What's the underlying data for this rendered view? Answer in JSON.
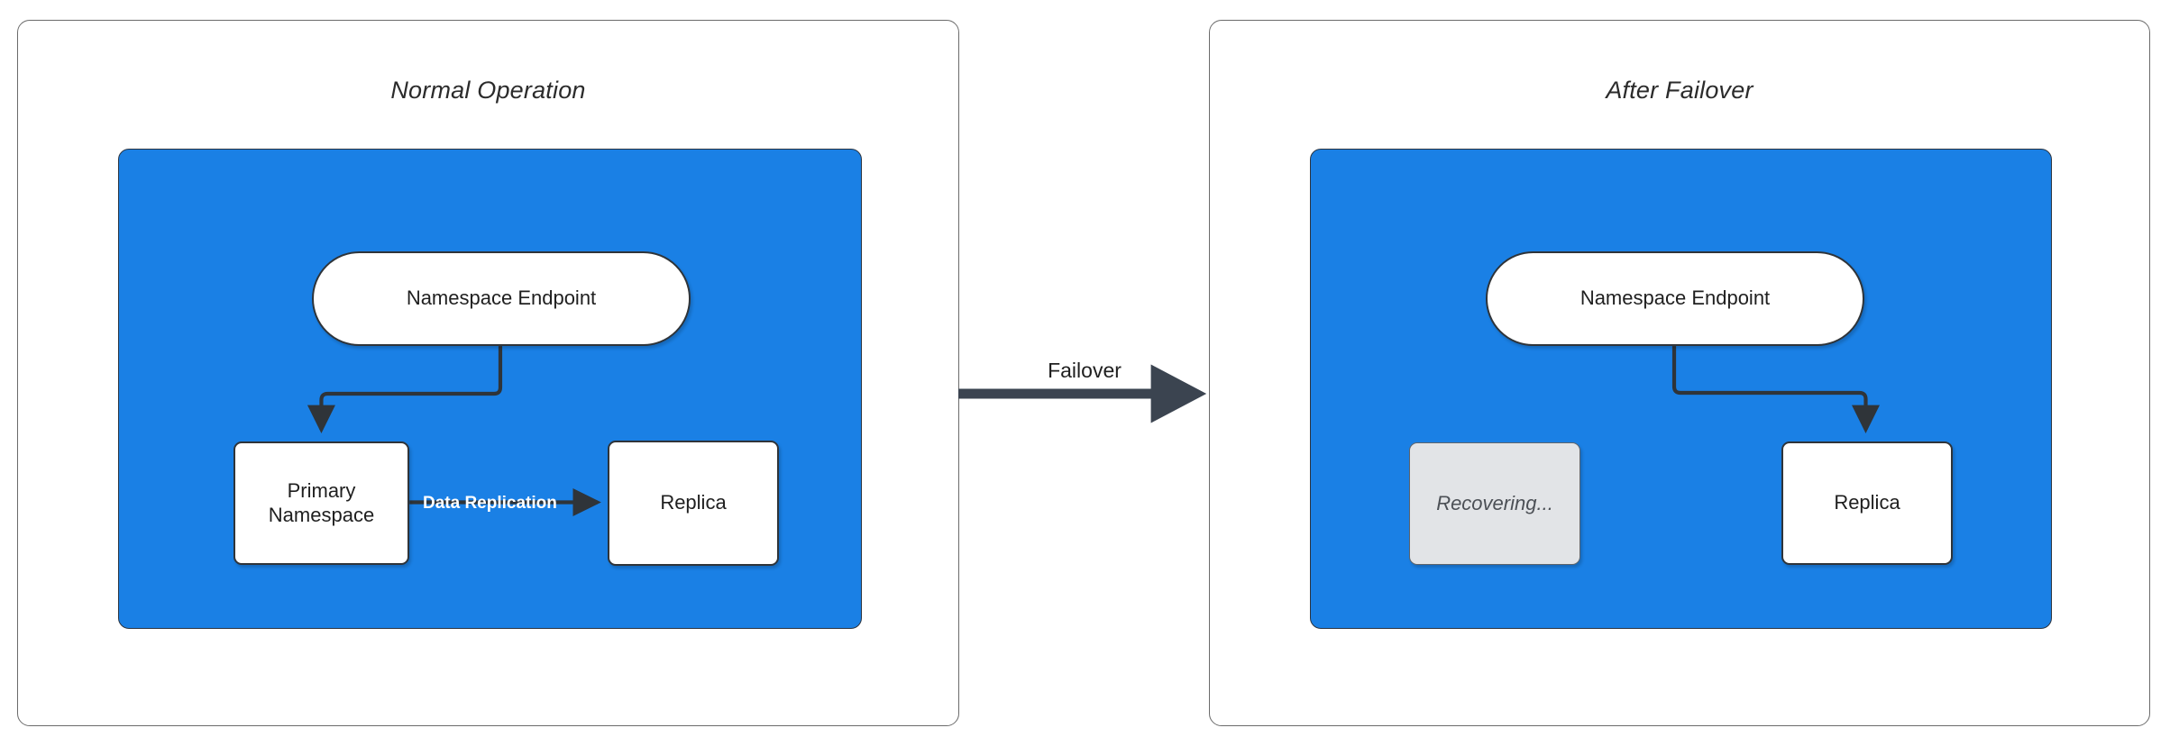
{
  "diagram": {
    "title_left": "Normal Operation",
    "title_right": "After Failover",
    "transition": {
      "label": "Failover",
      "arrow_icon": "arrow-right-icon"
    },
    "colors": {
      "zone_blue": "#1a80e5",
      "node_white": "#ffffff",
      "node_muted": "#e2e4e7",
      "stroke_dark": "#2f3439",
      "panel_border": "#6b6b6b",
      "label_white": "#ffffff"
    },
    "panels": [
      {
        "id": "normal-operation",
        "title": "Normal Operation",
        "nodes": [
          {
            "id": "endpoint",
            "label": "Namespace Endpoint",
            "shape": "pill",
            "state": "active"
          },
          {
            "id": "primary",
            "label": "Primary Namespace",
            "shape": "rect",
            "state": "active"
          },
          {
            "id": "replica",
            "label": "Replica",
            "shape": "rect",
            "state": "active"
          }
        ],
        "edges": [
          {
            "from": "endpoint",
            "to": "primary",
            "label": "",
            "style": "elbow-arrow"
          },
          {
            "from": "primary",
            "to": "replica",
            "label": "Data Replication",
            "style": "straight-arrow"
          }
        ]
      },
      {
        "id": "after-failover",
        "title": "After Failover",
        "nodes": [
          {
            "id": "endpoint",
            "label": "Namespace Endpoint",
            "shape": "pill",
            "state": "active"
          },
          {
            "id": "recovering",
            "label": "Recovering...",
            "shape": "rect",
            "state": "muted"
          },
          {
            "id": "replica",
            "label": "Replica",
            "shape": "rect",
            "state": "active"
          }
        ],
        "edges": [
          {
            "from": "endpoint",
            "to": "replica",
            "label": "",
            "style": "elbow-arrow"
          }
        ]
      }
    ]
  }
}
